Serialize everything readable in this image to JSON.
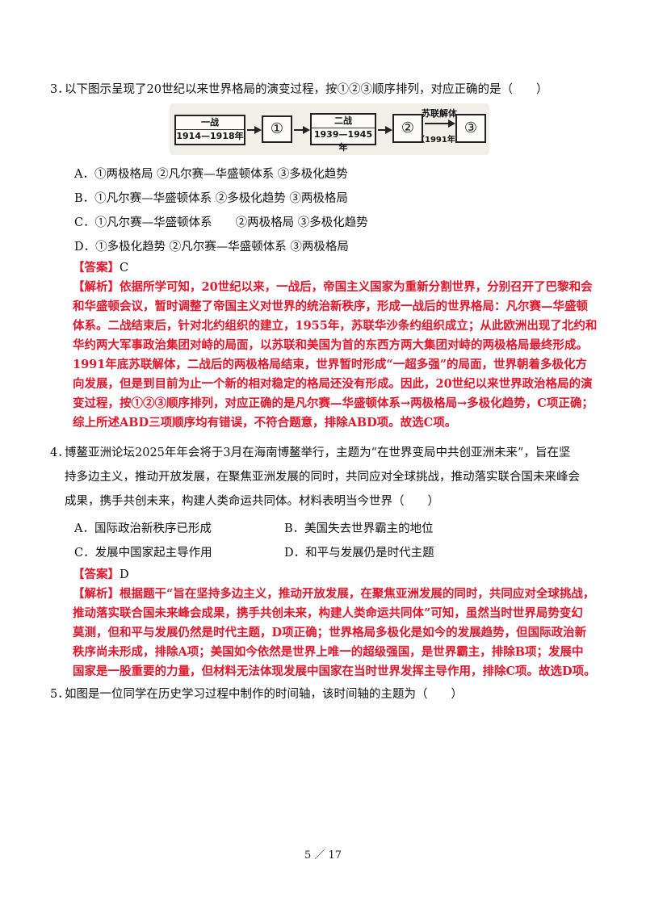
{
  "q3": {
    "num": "3．",
    "text": "以下图示呈现了20世纪以来世界格局的演变过程，按①②③顺序排列，对应正确的是（　　）",
    "diagram": {
      "box1_top": "一战",
      "box1_bottom": "1914—1918年",
      "c1": "①",
      "box2_top": "二战",
      "box2_bottom": "1939—1945年",
      "c2": "②",
      "label3_top": "苏联解体",
      "label3_bottom": "（1991年）",
      "c3": "③"
    },
    "options": [
      "A．①两极格局 ②凡尔赛—华盛顿体系 ③多极化趋势",
      "B．①凡尔赛—华盛顿体系 ②多极化趋势 ③两极格局",
      "C．①凡尔赛—华盛顿体系　　②两极格局 ③多极化趋势",
      "D．①多极化趋势 ②凡尔赛—华盛顿体系 ③两极格局"
    ],
    "answer_tag": "【答案】",
    "answer": "C",
    "analysis_lines": [
      "【解析】依据所学可知，20世纪以来，一战后，帝国主义国家为重新分割世界，分别召开了巴黎和会",
      "和华盛顿会议，暂时调整了帝国主义对世界的统治新秩序，形成一战后的世界格局：凡尔赛—华盛顿",
      "体系。二战结束后，针对北约组织的建立，1955年，苏联华沙条约组织成立；从此欧洲出现了北约和",
      "华约两大军事政治集团对峙的局面，以苏联和美国为首的东西方两大集团对峙的两极格局最终形成。",
      "1991年底苏联解体，二战后的两极格局结束，世界暂时形成“一超多强”的局面，世界朝着多极化方",
      "向发展，但是到目前为止一个新的相对稳定的格局还没有形成。因此，20世纪以来世界政治格局的演",
      "变过程，按①②③顺序排列，对应正确的是凡尔赛—华盛顿体系→两极格局→多极化趋势，C项正确；",
      "综上所述ABD三项顺序均有错误，不符合题意，排除ABD项。故选C项。"
    ]
  },
  "q4": {
    "num": "4．",
    "lines": [
      "博鳌亚洲论坛2025年年会将于3月在海南博鳌举行，主题为“在世界变局中共创亚洲未来”，旨在坚",
      "持多边主义，推动开放发展，在聚焦亚洲发展的同时，共同应对全球挑战，推动落实联合国未来峰会",
      "成果，携手共创未来，构建人类命运共同体。材料表明当今世界（　　）"
    ],
    "options": {
      "A": "A．国际政治新秩序已形成",
      "B": "B．美国失去世界霸主的地位",
      "C": "C．发展中国家起主导作用",
      "D": "D．和平与发展仍是时代主题"
    },
    "answer_tag": "【答案】",
    "answer": "D",
    "analysis_lines": [
      "【解析】根据题干“旨在坚持多边主义，推动开放发展，在聚焦亚洲发展的同时，共同应对全球挑战，",
      "推动落实联合国未来峰会成果，携手共创未来，构建人类命运共同体”可知，虽然当时世界局势变幻",
      "莫测，但和平与发展仍然是时代主题，D项正确；世界格局多极化是如今的发展趋势，但国际政治新",
      "秩序尚未形成，排除A项；美国如今依然是世界上唯一的超级强国，是世界霸主，排除B项；发展中",
      "国家是一股重要的力量，但材料无法体现发展中国家在当时世界发挥主导作用，排除C项。故选D项。"
    ]
  },
  "q5": {
    "num": "5．",
    "text": "如图是一位同学在历史学习过程中制作的时间轴，该时间轴的主题为（　　）"
  },
  "footer": {
    "page": "5 ／ 17"
  }
}
